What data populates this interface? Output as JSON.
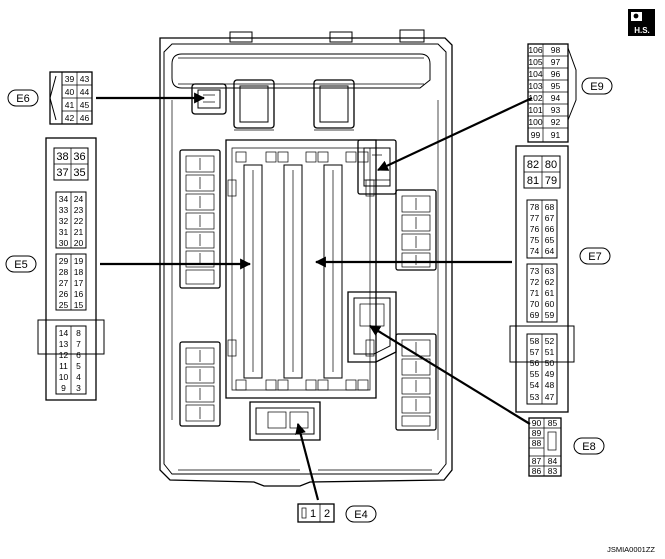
{
  "badge": {
    "text": "H.S."
  },
  "doc_code": "JSMIA0001ZZ",
  "connectors": [
    {
      "id": "e6",
      "label": "E6",
      "pins": [
        "39",
        "43",
        "40",
        "44",
        "41",
        "45",
        "42",
        "46"
      ]
    },
    {
      "id": "e5",
      "label": "E5",
      "header": [
        "38",
        "36",
        "37",
        "35"
      ],
      "block_a": [
        "34",
        "24",
        "33",
        "23",
        "32",
        "22",
        "31",
        "21",
        "30",
        "20"
      ],
      "block_b": [
        "29",
        "19",
        "28",
        "18",
        "27",
        "17",
        "26",
        "16",
        "25",
        "15"
      ],
      "block_c": [
        "14",
        "8",
        "13",
        "7",
        "12",
        "6",
        "11",
        "5",
        "10",
        "4",
        "9",
        "3"
      ]
    },
    {
      "id": "e9",
      "label": "E9",
      "pins": [
        "106",
        "98",
        "105",
        "97",
        "104",
        "96",
        "103",
        "95",
        "102",
        "94",
        "101",
        "93",
        "100",
        "92",
        "99",
        "91"
      ]
    },
    {
      "id": "e7",
      "label": "E7",
      "header": [
        "82",
        "80",
        "81",
        "79"
      ],
      "block_a": [
        "78",
        "68",
        "77",
        "67",
        "76",
        "66",
        "75",
        "65",
        "74",
        "64"
      ],
      "block_b": [
        "73",
        "63",
        "72",
        "62",
        "71",
        "61",
        "70",
        "60",
        "69",
        "59"
      ],
      "block_c": [
        "58",
        "52",
        "57",
        "51",
        "56",
        "50",
        "55",
        "49",
        "54",
        "48",
        "53",
        "47"
      ]
    },
    {
      "id": "e8",
      "label": "E8",
      "pins_top": [
        "90",
        "85",
        "89",
        "88"
      ],
      "pins_bottom": [
        "87",
        "84",
        "86",
        "83"
      ]
    },
    {
      "id": "e4",
      "label": "E4",
      "pins": [
        "1",
        "2"
      ]
    }
  ]
}
